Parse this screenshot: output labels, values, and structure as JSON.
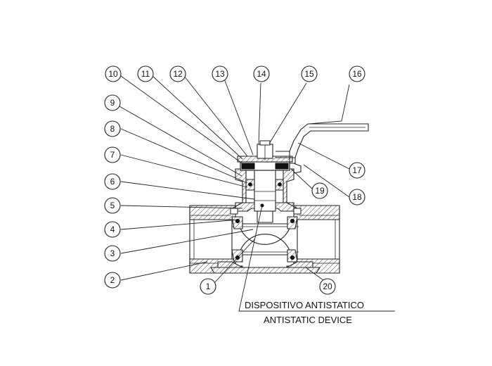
{
  "callouts": [
    {
      "label": "1"
    },
    {
      "label": "2"
    },
    {
      "label": "3"
    },
    {
      "label": "4"
    },
    {
      "label": "5"
    },
    {
      "label": "6"
    },
    {
      "label": "7"
    },
    {
      "label": "8"
    },
    {
      "label": "9"
    },
    {
      "label": "10"
    },
    {
      "label": "11"
    },
    {
      "label": "12"
    },
    {
      "label": "13"
    },
    {
      "label": "14"
    },
    {
      "label": "15"
    },
    {
      "label": "16"
    },
    {
      "label": "17"
    },
    {
      "label": "18"
    },
    {
      "label": "19"
    },
    {
      "label": "20"
    }
  ],
  "note": {
    "line1": "DISPOSITIVO ANTISTATICO",
    "line2": "ANTISTATIC DEVICE"
  }
}
